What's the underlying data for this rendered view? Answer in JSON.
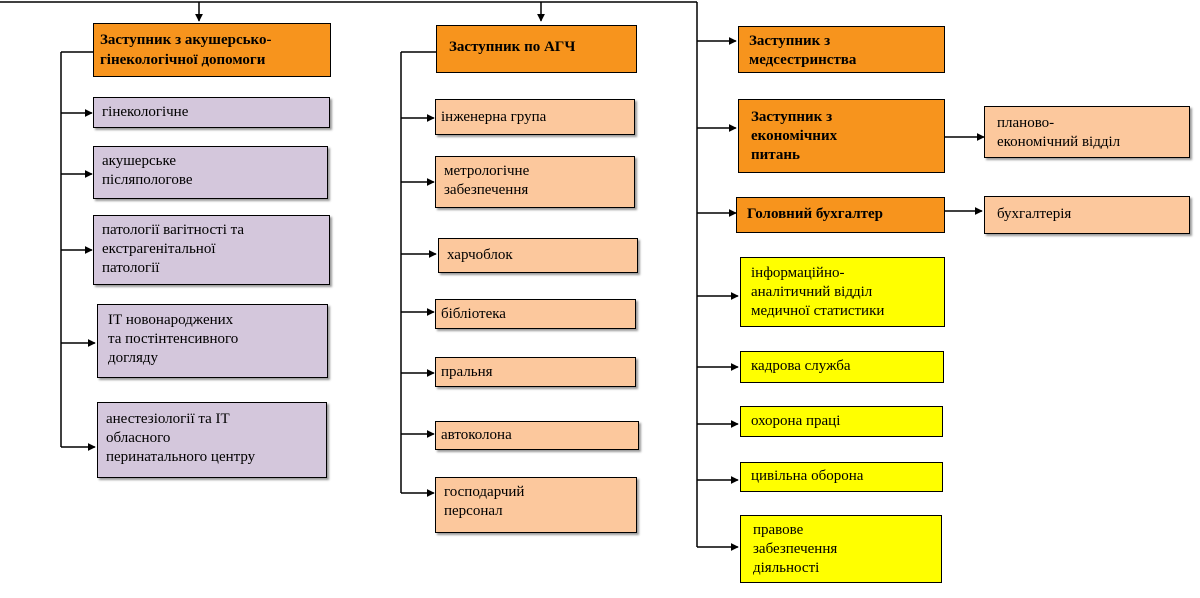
{
  "colors": {
    "header": "#f7941d",
    "purple_box": "#d4c7dc",
    "peach_box": "#fcc89d",
    "yellow_box": "#ffff00",
    "lines": "#000000"
  },
  "col1": {
    "header": "Заступник з акушерсько-\nгінекологічної допомоги",
    "items": [
      "гінекологічне",
      "акушерське\n післяпологове",
      "патології вагітності та\nекстрагенітальної\nпатології",
      "ІТ новонароджених\nта постінтенсивного\nдогляду",
      "анестезіології та ІТ\nобласного\nперинатального центру"
    ]
  },
  "col2": {
    "header": "Заступник по АГЧ",
    "items": [
      "інженерна група",
      "метрологічне\nзабезпечення",
      "харчоблок",
      "бібліотека",
      "пральня",
      "автоколона",
      "господарчий\nперсонал"
    ]
  },
  "col3": {
    "nursing": "Заступник з\nмедсестринства",
    "economic": "Заступник  з\nекономічних\nпитань",
    "economic_dept": "планово-\nекономічний відділ",
    "accountant": "Головний бухгалтер",
    "accounting": "бухгалтерія",
    "items": [
      "інформаційно-\nаналітичний відділ\nмедичної статистики",
      "кадрова служба",
      "охорона праці",
      "цивільна оборона",
      "правове\nзабезпечення\nдіяльності"
    ]
  }
}
